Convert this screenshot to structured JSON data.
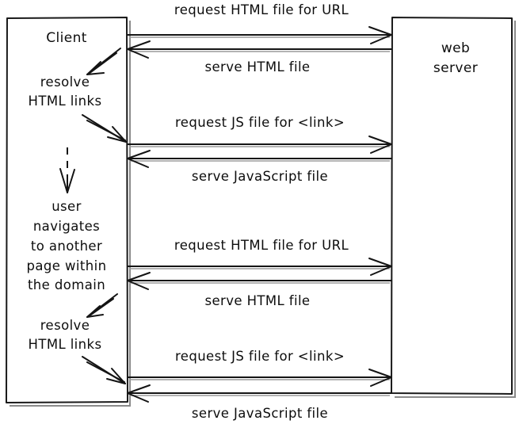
{
  "diagram": {
    "title": "client web server request sequence",
    "style": "hand-drawn sketch",
    "background_color": "#ffffff",
    "ink_color": "#141414",
    "shadow_color": "#9a9a9a",
    "actors": [
      {
        "id": "client",
        "label": "Client",
        "side": "left"
      },
      {
        "id": "web-server",
        "label_line1": "web",
        "label_line2": "server",
        "side": "right"
      }
    ],
    "client_notes": [
      {
        "id": "resolve-1-line1",
        "text": "resolve"
      },
      {
        "id": "resolve-1-line2",
        "text": "HTML links"
      },
      {
        "id": "navigate-line1",
        "text": "user"
      },
      {
        "id": "navigate-line2",
        "text": "navigates"
      },
      {
        "id": "navigate-line3",
        "text": "to another"
      },
      {
        "id": "navigate-line4",
        "text": "page within"
      },
      {
        "id": "navigate-line5",
        "text": "the domain"
      },
      {
        "id": "resolve-2-line1",
        "text": "resolve"
      },
      {
        "id": "resolve-2-line2",
        "text": "HTML links"
      }
    ],
    "messages": [
      {
        "id": "msg-1",
        "text": "request HTML file for URL",
        "direction": "client-to-server"
      },
      {
        "id": "msg-2",
        "text": "serve HTML file",
        "direction": "server-to-client"
      },
      {
        "id": "msg-3",
        "text": "request JS file for <link>",
        "direction": "client-to-server"
      },
      {
        "id": "msg-4",
        "text": "serve JavaScript file",
        "direction": "server-to-client"
      },
      {
        "id": "msg-5",
        "text": "request HTML file for URL",
        "direction": "client-to-server"
      },
      {
        "id": "msg-6",
        "text": "serve HTML file",
        "direction": "server-to-client"
      },
      {
        "id": "msg-7",
        "text": "request JS file for <link>",
        "direction": "client-to-server"
      },
      {
        "id": "msg-8",
        "text": "serve JavaScript file",
        "direction": "server-to-client"
      }
    ]
  }
}
